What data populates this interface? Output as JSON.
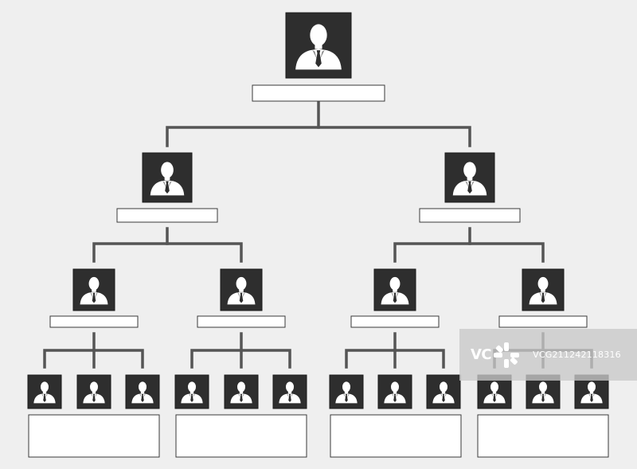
{
  "diagram": {
    "type": "org-chart",
    "levels": [
      {
        "level": 1,
        "count": 1
      },
      {
        "level": 2,
        "count": 2
      },
      {
        "level": 3,
        "count": 4
      },
      {
        "level": 4,
        "count": 12
      }
    ],
    "node_labels": []
  },
  "colors": {
    "background": "#efefef",
    "avatar_box": "#2e2e2e",
    "connector": "#555555",
    "label_box": "#ffffff"
  },
  "icons": {
    "node": "businessman-silhouette-icon"
  },
  "watermark": {
    "logo_text": "VCG",
    "id": "VCG211242118316"
  }
}
